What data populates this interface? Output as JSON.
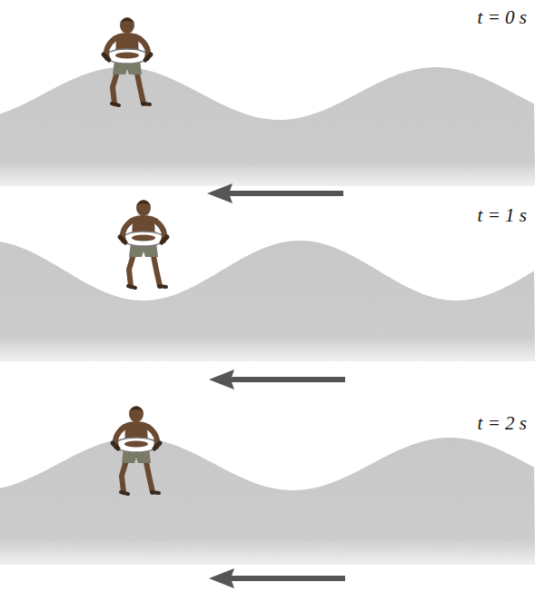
{
  "diagram": {
    "labels": [
      "t = 0 s",
      "t = 1 s",
      "t = 2 s"
    ]
  }
}
